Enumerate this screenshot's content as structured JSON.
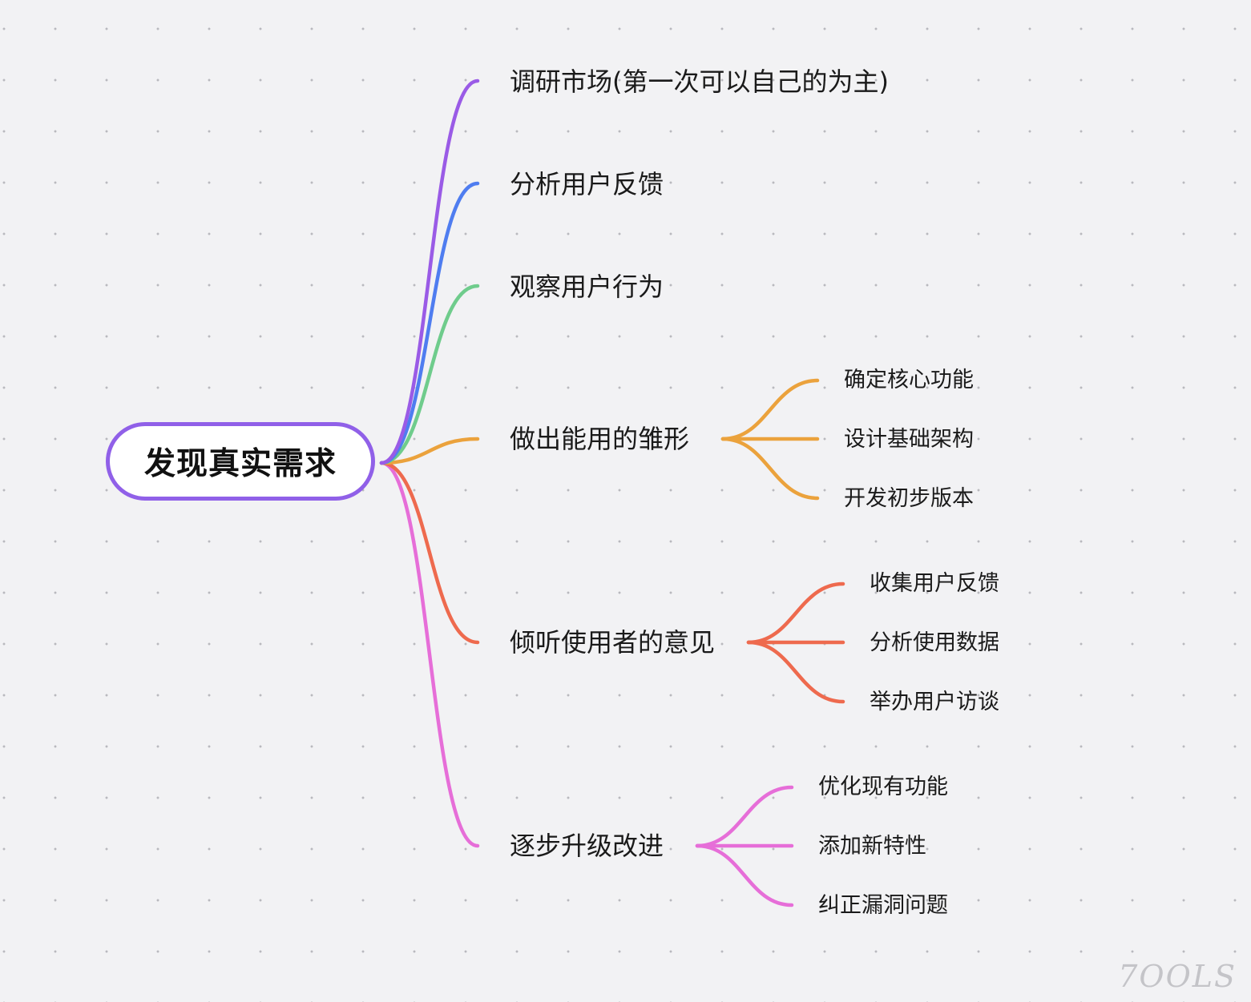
{
  "root": {
    "label": "发现真实需求",
    "color": "#9060e8"
  },
  "branches": [
    {
      "id": "b1",
      "label": "调研市场(第一次可以自己的为主)",
      "color": "#9a5be6",
      "children": []
    },
    {
      "id": "b2",
      "label": "分析用户反馈",
      "color": "#4f7df0",
      "children": []
    },
    {
      "id": "b3",
      "label": "观察用户行为",
      "color": "#6fcc8c",
      "children": []
    },
    {
      "id": "b4",
      "label": "做出能用的雏形",
      "color": "#eba23c",
      "children": [
        "确定核心功能",
        "设计基础架构",
        "开发初步版本"
      ]
    },
    {
      "id": "b5",
      "label": "倾听使用者的意见",
      "color": "#ee6a4e",
      "children": [
        "收集用户反馈",
        "分析使用数据",
        "举办用户访谈"
      ]
    },
    {
      "id": "b6",
      "label": "逐步升级改进",
      "color": "#e66ed8",
      "children": [
        "优化现有功能",
        "添加新特性",
        "纠正漏洞问题"
      ]
    }
  ],
  "watermark": "7OOLS"
}
